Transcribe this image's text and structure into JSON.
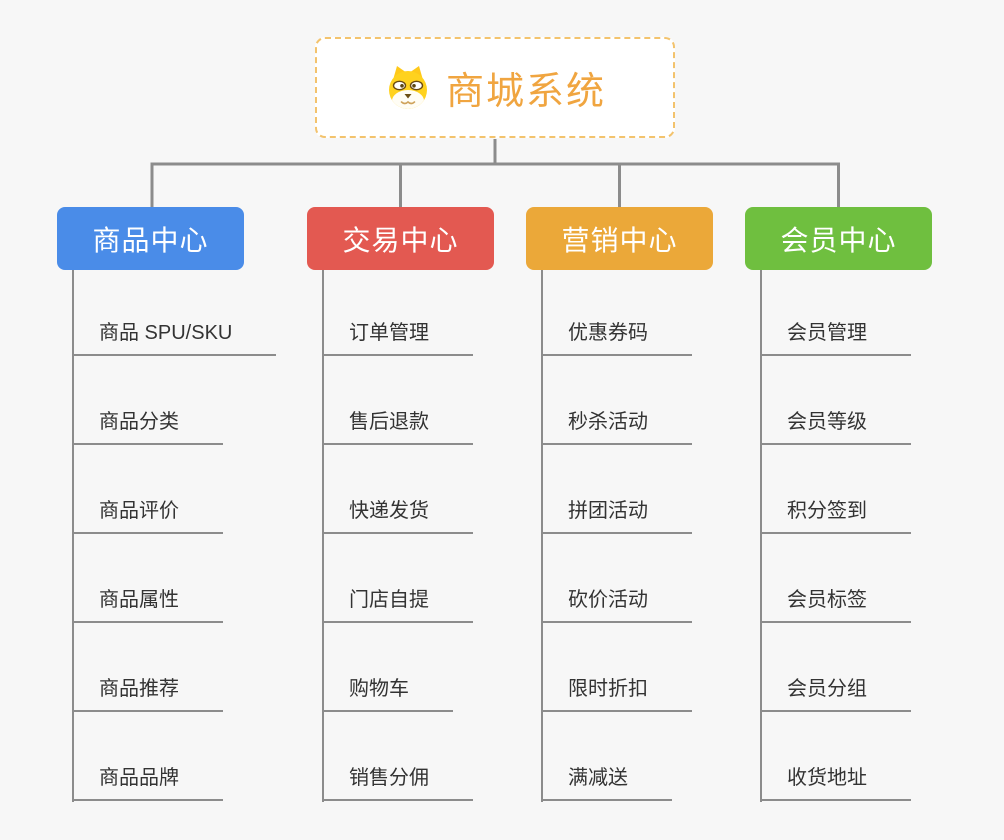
{
  "root": {
    "title": "商城系统",
    "icon": "dog-icon"
  },
  "colors": {
    "background": "#f7f7f7",
    "connector_line": "#8c8c8c",
    "root_border": "#f3c36d",
    "root_title": "#f0a540",
    "leaf_text": "#333333",
    "leaf_line": "#8c8c8c"
  },
  "branches": [
    {
      "name": "product-center",
      "label": "商品中心",
      "color": "#4a8ce8",
      "items": [
        "商品 SPU/SKU",
        "商品分类",
        "商品评价",
        "商品属性",
        "商品推荐",
        "商品品牌"
      ]
    },
    {
      "name": "trade-center",
      "label": "交易中心",
      "color": "#e35951",
      "items": [
        "订单管理",
        "售后退款",
        "快递发货",
        "门店自提",
        "购物车",
        "销售分佣"
      ]
    },
    {
      "name": "marketing-center",
      "label": "营销中心",
      "color": "#eba839",
      "items": [
        "优惠券码",
        "秒杀活动",
        "拼团活动",
        "砍价活动",
        "限时折扣",
        "满减送"
      ]
    },
    {
      "name": "member-center",
      "label": "会员中心",
      "color": "#6fbf3f",
      "items": [
        "会员管理",
        "会员等级",
        "积分签到",
        "会员标签",
        "会员分组",
        "收货地址"
      ]
    }
  ]
}
